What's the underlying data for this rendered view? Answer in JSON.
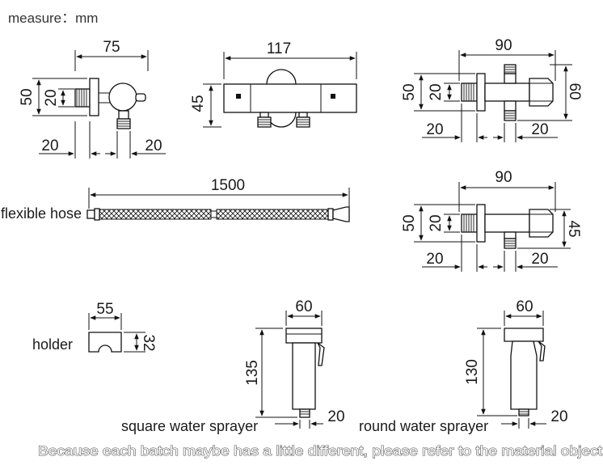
{
  "measure_label": "measure：mm",
  "disclaimer": "Because each batch maybe has a little different, please refer to the material object",
  "valve_top_left": {
    "width": "75",
    "height": "50",
    "inner": "20",
    "bottom_left": "20",
    "bottom_right": "20"
  },
  "thermostatic_body": {
    "width": "117",
    "height": "45"
  },
  "valve_top_right": {
    "width": "90",
    "height_left": "50",
    "inner": "20",
    "height_right": "60",
    "bottom_left": "20",
    "bottom_right": "20"
  },
  "hose": {
    "label": "flexible hose",
    "length": "1500"
  },
  "valve_mid_right": {
    "width": "90",
    "height_left": "50",
    "inner": "20",
    "height_right": "45",
    "bottom_left": "20",
    "bottom_right": "20"
  },
  "holder": {
    "label": "holder",
    "width": "55",
    "height": "32"
  },
  "square_sprayer": {
    "label": "square water sprayer",
    "width": "60",
    "height": "135",
    "outlet": "20"
  },
  "round_sprayer": {
    "label": "round water sprayer",
    "width": "60",
    "height": "130",
    "outlet": "20"
  }
}
